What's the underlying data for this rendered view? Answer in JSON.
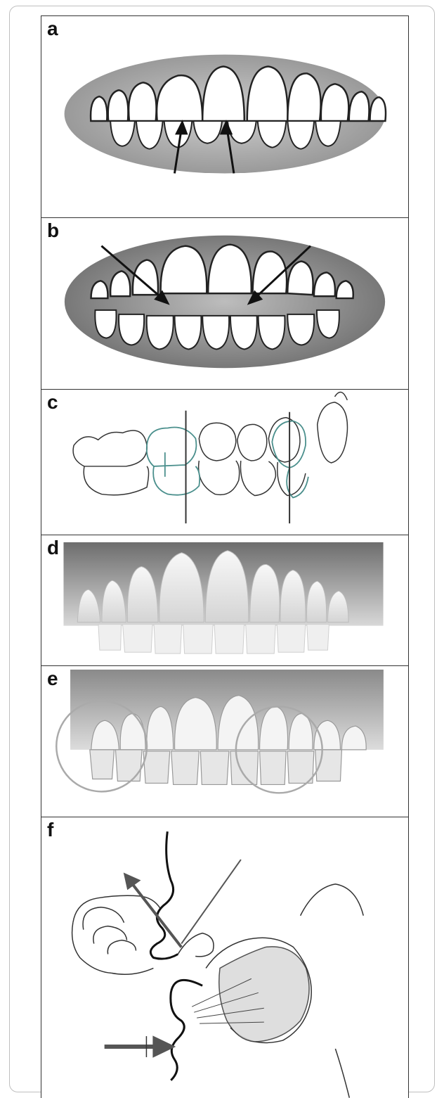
{
  "panels": [
    {
      "id": "a",
      "label": "a"
    },
    {
      "id": "b",
      "label": "b"
    },
    {
      "id": "c",
      "label": "c"
    },
    {
      "id": "d",
      "label": "d"
    },
    {
      "id": "e",
      "label": "e"
    },
    {
      "id": "f",
      "label": "f"
    }
  ],
  "colors": {
    "outline": "#222222",
    "gum_gray": "#9a9a9a",
    "teal_line": "#4a8f8c",
    "arrow": "#1a1a1a",
    "arrow_gray": "#555555"
  }
}
